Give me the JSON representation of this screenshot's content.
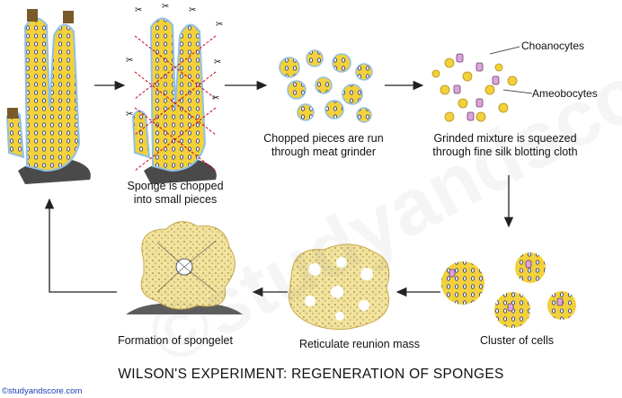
{
  "watermark": "©studyandscore.com",
  "steps": {
    "chop": "Sponge is chopped\ninto small pieces",
    "grinder": "Chopped pieces are run\nthrough meat grinder",
    "squeeze": "Grinded mixture is squeezed\nthrough fine silk blotting cloth",
    "cluster": "Cluster of cells",
    "reticulate": "Reticulate reunion mass",
    "spongelet": "Formation of spongelet"
  },
  "callouts": {
    "choanocytes": "Choanocytes",
    "ameobocytes": "Ameobocytes"
  },
  "title": "WILSON'S EXPERIMENT: REGENERATION OF SPONGES",
  "credit": "©studyandscore.com",
  "colors": {
    "sponge_fill": "#f2d13a",
    "sponge_outline": "#7fb3e0",
    "base": "#555555",
    "reticulate": "#f3e39a",
    "arrow": "#222222",
    "choanocyte": "#d9a6d6",
    "credit": "#1a3fb0"
  }
}
